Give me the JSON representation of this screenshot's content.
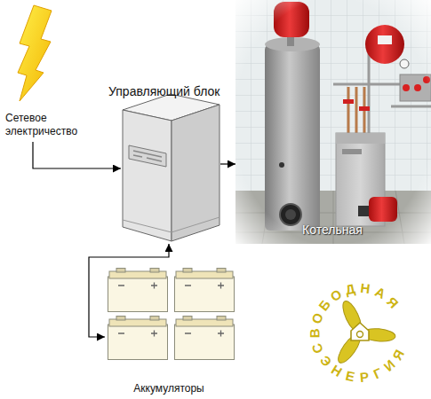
{
  "diagram": {
    "nodes": [
      {
        "text": [
          "Сетевое электричество"
        ]
      },
      {
        "text": [
          "Управляющий блок"
        ]
      },
      {
        "text": [
          "Котельная"
        ]
      },
      {
        "text": [
          "Аккумуляторы"
        ]
      }
    ],
    "edges": [
      {
        "from": 0,
        "to": 1,
        "arrow": "to"
      },
      {
        "from": 1,
        "to": 2,
        "arrow": "to"
      },
      {
        "from": 1,
        "to": 3,
        "arrow": "both"
      }
    ],
    "labels": [
      "СВОБОДНАЯ",
      "ЭНЕРГИЯ"
    ]
  }
}
